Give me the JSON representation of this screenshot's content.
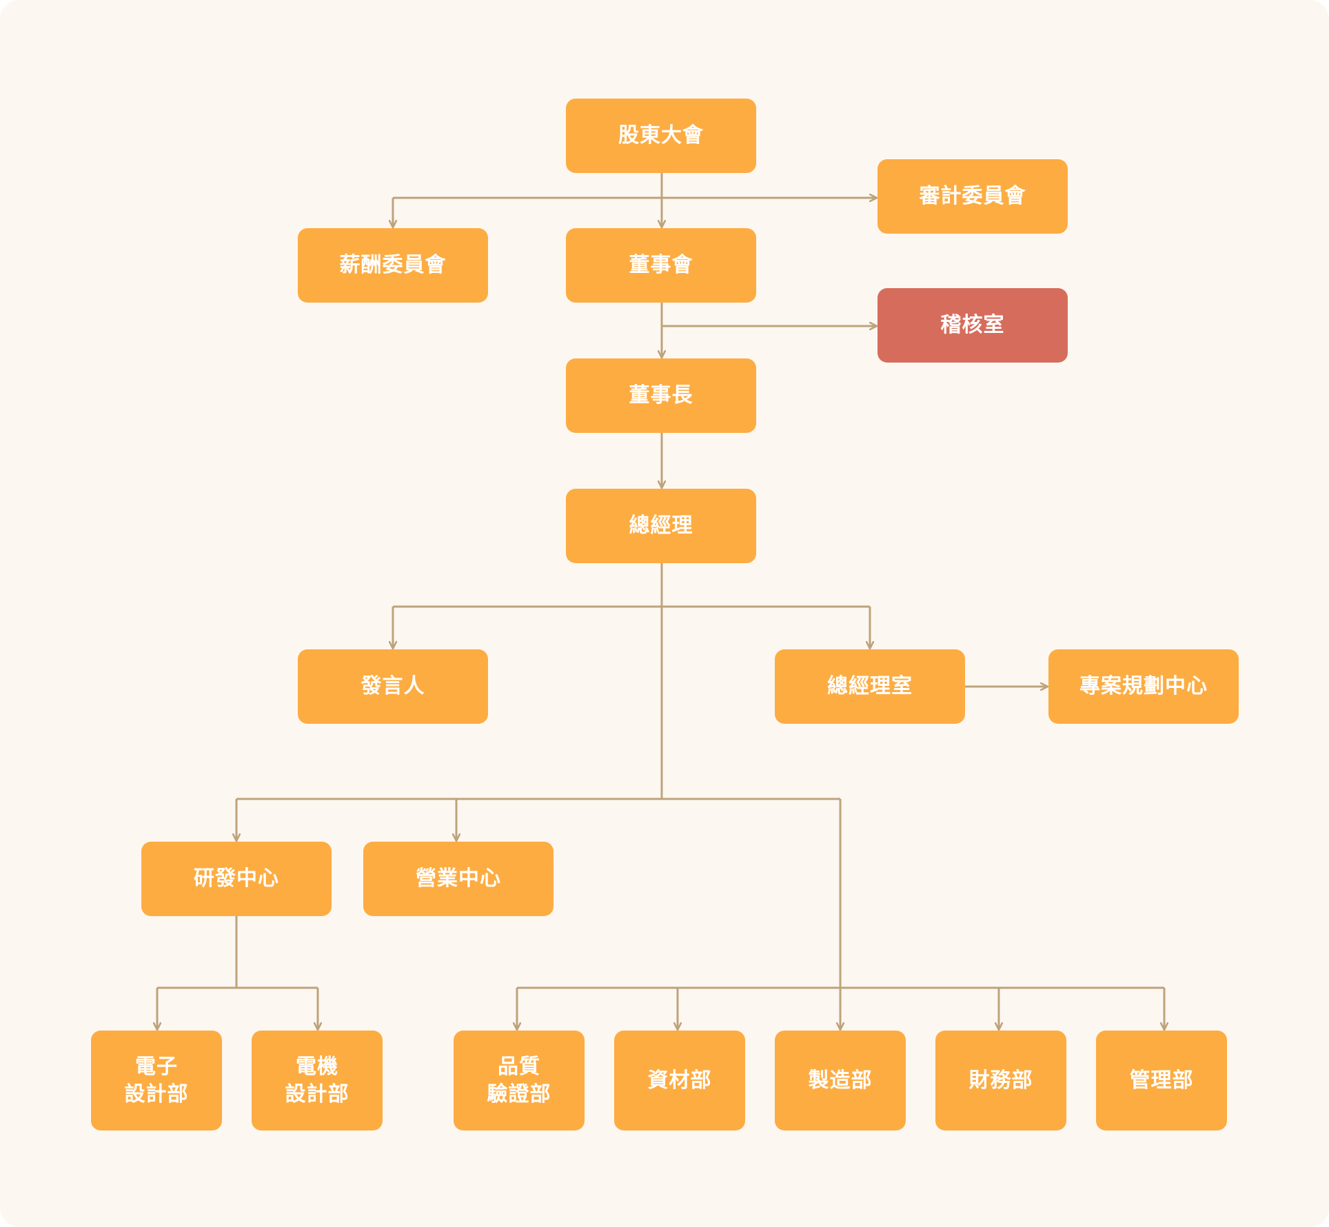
{
  "colors": {
    "background": "#fdf7f1",
    "box": "#fdac42",
    "highlight": "#d66d5c",
    "connector": "#bda37c",
    "text": "#ffffff"
  },
  "nodes": {
    "shareholders": {
      "label": "股東大會"
    },
    "audit_committee": {
      "label": "審計委員會"
    },
    "compensation_committee": {
      "label": "薪酬委員會"
    },
    "board": {
      "label": "董事會"
    },
    "internal_audit": {
      "label": "稽核室",
      "highlight": true
    },
    "chairman": {
      "label": "董事長"
    },
    "general_manager": {
      "label": "總經理"
    },
    "spokesperson": {
      "label": "發言人"
    },
    "gm_office": {
      "label": "總經理室"
    },
    "project_planning": {
      "label": "專案規劃中心"
    },
    "rd_center": {
      "label": "研發中心"
    },
    "sales_center": {
      "label": "營業中心"
    },
    "electronic_design": {
      "label": "電子\n設計部"
    },
    "motor_design": {
      "label": "電機\n設計部"
    },
    "quality_assurance": {
      "label": "品質\n驗證部"
    },
    "materials": {
      "label": "資材部"
    },
    "manufacturing": {
      "label": "製造部"
    },
    "finance": {
      "label": "財務部"
    },
    "administration": {
      "label": "管理部"
    }
  }
}
